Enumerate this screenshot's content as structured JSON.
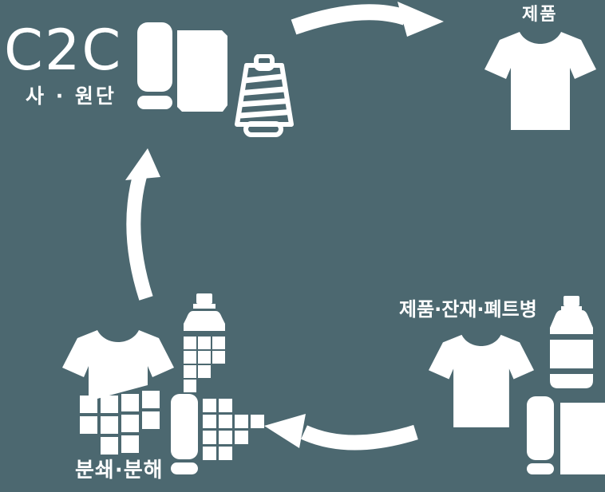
{
  "colors": {
    "background": "#4c6870",
    "foreground": "#ffffff"
  },
  "logo": {
    "text": "C2C"
  },
  "stages": {
    "material": {
      "label": "사 · 원단",
      "icons": [
        "fabric-roll-icon",
        "thread-cone-icon"
      ]
    },
    "product": {
      "label": "제품",
      "icons": [
        "tshirt-icon"
      ]
    },
    "collection": {
      "label": "제품·잔재·폐트병",
      "icons": [
        "tshirt-icon",
        "pet-bottle-icon",
        "fabric-roll-icon"
      ]
    },
    "decompose": {
      "label": "분쇄·분해",
      "icons": [
        "shredded-tshirt-icon",
        "shredded-bottle-icon",
        "shredded-roll-icon"
      ]
    }
  },
  "arrows": [
    "material-to-product",
    "collection-to-decompose",
    "decompose-to-material"
  ]
}
